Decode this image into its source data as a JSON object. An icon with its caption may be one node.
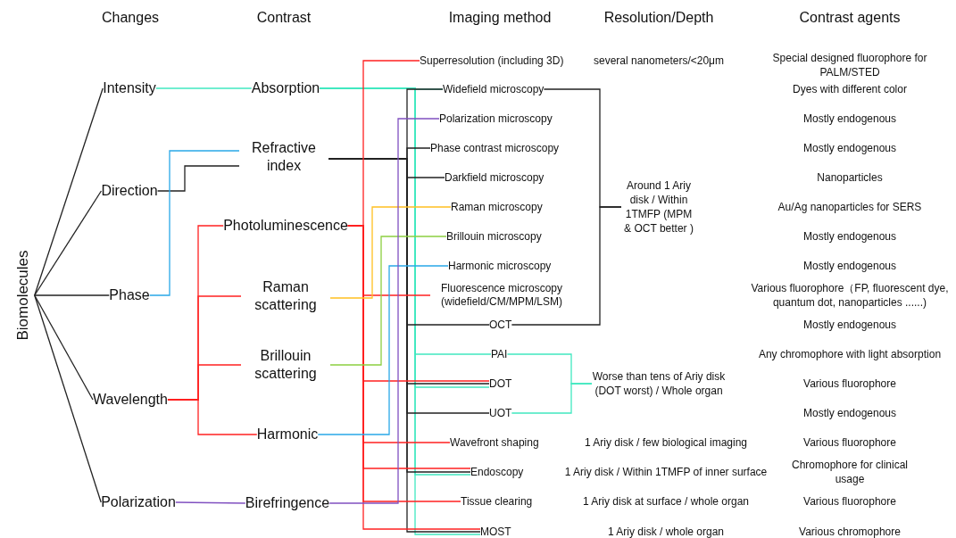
{
  "diagram": {
    "nodes": [
      {
        "text": [
          "Biomolecules"
        ]
      },
      {
        "text": [
          "Intensity"
        ]
      },
      {
        "text": [
          "Direction"
        ]
      },
      {
        "text": [
          "Phase"
        ]
      },
      {
        "text": [
          "Wavelength"
        ]
      },
      {
        "text": [
          "Polarization"
        ]
      },
      {
        "text": [
          "Absorption"
        ]
      },
      {
        "text": [
          "Refractive index"
        ]
      },
      {
        "text": [
          "Photoluminescence"
        ]
      },
      {
        "text": [
          "Raman scattering"
        ]
      },
      {
        "text": [
          "Brillouin scattering"
        ]
      },
      {
        "text": [
          "Harmonic"
        ]
      },
      {
        "text": [
          "Birefringence"
        ]
      },
      {
        "text": [
          "Superresolution (including 3D)"
        ]
      },
      {
        "text": [
          "Widefield microscopy"
        ]
      },
      {
        "text": [
          "Polarization microscopy"
        ]
      },
      {
        "text": [
          "Phase contrast microscopy"
        ]
      },
      {
        "text": [
          "Darkfield microscopy"
        ]
      },
      {
        "text": [
          "Raman microscopy"
        ]
      },
      {
        "text": [
          "Brillouin  microscopy"
        ]
      },
      {
        "text": [
          "Harmonic microscopy"
        ]
      },
      {
        "text": [
          "Fluorescence microscopy (widefield/CM/MPM/LSM)"
        ]
      },
      {
        "text": [
          "OCT"
        ]
      },
      {
        "text": [
          "PAI"
        ]
      },
      {
        "text": [
          "DOT"
        ]
      },
      {
        "text": [
          "UOT"
        ]
      },
      {
        "text": [
          "Wavefront shaping"
        ]
      },
      {
        "text": [
          "Endoscopy"
        ]
      },
      {
        "text": [
          "Tissue clearing"
        ]
      },
      {
        "text": [
          "MOST"
        ]
      },
      {
        "text": [
          "Around 1 Ariy disk / Within 1TMFP (MPM & OCT better )"
        ]
      },
      {
        "text": [
          "Worse than tens of Ariy disk (DOT worst) / Whole organ"
        ]
      }
    ],
    "edges": [
      {
        "from": 0,
        "to": 1,
        "arrow": "none"
      },
      {
        "from": 0,
        "to": 2,
        "arrow": "none"
      },
      {
        "from": 0,
        "to": 3,
        "arrow": "none"
      },
      {
        "from": 0,
        "to": 4,
        "arrow": "none"
      },
      {
        "from": 0,
        "to": 5,
        "arrow": "none"
      },
      {
        "from": 1,
        "to": 6,
        "arrow": "none",
        "color": "#40e8c0"
      },
      {
        "from": 2,
        "to": 7,
        "arrow": "none"
      },
      {
        "from": 3,
        "to": 7,
        "arrow": "none",
        "color": "#29a8e8"
      },
      {
        "from": 4,
        "to": 8,
        "arrow": "none",
        "color": "#ff2020"
      },
      {
        "from": 4,
        "to": 9,
        "arrow": "none",
        "color": "#ff2020"
      },
      {
        "from": 4,
        "to": 10,
        "arrow": "none",
        "color": "#ff2020"
      },
      {
        "from": 4,
        "to": 11,
        "arrow": "none",
        "color": "#ff2020"
      },
      {
        "from": 5,
        "to": 12,
        "arrow": "none",
        "color": "#8050c0"
      },
      {
        "from": 6,
        "to": 14,
        "arrow": "none",
        "color": "#40e8c0"
      },
      {
        "from": 6,
        "to": 23,
        "arrow": "none",
        "color": "#40e8c0"
      },
      {
        "from": 6,
        "to": 24,
        "arrow": "none",
        "color": "#40e8c0"
      },
      {
        "from": 6,
        "to": 27,
        "arrow": "none",
        "color": "#40e8c0"
      },
      {
        "from": 6,
        "to": 29,
        "arrow": "none",
        "color": "#40e8c0"
      },
      {
        "from": 7,
        "to": 14,
        "arrow": "none"
      },
      {
        "from": 7,
        "to": 16,
        "arrow": "none"
      },
      {
        "from": 7,
        "to": 17,
        "arrow": "none"
      },
      {
        "from": 7,
        "to": 22,
        "arrow": "none"
      },
      {
        "from": 7,
        "to": 24,
        "arrow": "none"
      },
      {
        "from": 7,
        "to": 25,
        "arrow": "none"
      },
      {
        "from": 7,
        "to": 27,
        "arrow": "none"
      },
      {
        "from": 7,
        "to": 29,
        "arrow": "none"
      },
      {
        "from": 8,
        "to": 13,
        "arrow": "none",
        "color": "#ff2020"
      },
      {
        "from": 8,
        "to": 21,
        "arrow": "none",
        "color": "#ff2020"
      },
      {
        "from": 8,
        "to": 24,
        "arrow": "none",
        "color": "#ff2020"
      },
      {
        "from": 8,
        "to": 26,
        "arrow": "none",
        "color": "#ff2020"
      },
      {
        "from": 8,
        "to": 27,
        "arrow": "none",
        "color": "#ff2020"
      },
      {
        "from": 8,
        "to": 28,
        "arrow": "none",
        "color": "#ff2020"
      },
      {
        "from": 8,
        "to": 29,
        "arrow": "none",
        "color": "#ff2020"
      },
      {
        "from": 9,
        "to": 18,
        "arrow": "none",
        "color": "#ffc020"
      },
      {
        "from": 10,
        "to": 19,
        "arrow": "none",
        "color": "#8ccf40"
      },
      {
        "from": 11,
        "to": 20,
        "arrow": "none",
        "color": "#29a8e8"
      },
      {
        "from": 12,
        "to": 15,
        "arrow": "none",
        "color": "#8050c0"
      },
      {
        "from": 14,
        "to": 30,
        "arrow": "none"
      },
      {
        "from": 22,
        "to": 30,
        "arrow": "none"
      },
      {
        "from": 23,
        "to": 31,
        "arrow": "none",
        "color": "#40e8c0"
      },
      {
        "from": 25,
        "to": 31,
        "arrow": "none",
        "color": "#40e8c0"
      }
    ],
    "labels": [
      "Changes",
      "Contrast",
      "Imaging method",
      "Resolution/Depth",
      "Contrast agents",
      "several nanometers/<20μm",
      "Special designed fluorophore for PALM/STED",
      "Dyes with different color",
      "Mostly endogenous",
      "Mostly endogenous",
      "Nanoparticles",
      "Au/Ag nanoparticles for SERS",
      "Mostly endogenous",
      "Mostly endogenous",
      "Various fluorophore（FP, fluorescent dye, quantum dot, nanoparticles ......)",
      "Mostly endogenous",
      "Any chromophore with light absorption",
      "Various fluorophore",
      "Mostly endogenous",
      "1 Ariy disk / few biological imaging",
      "Various fluorophore",
      "1 Ariy disk / Within 1TMFP of inner surface",
      "Chromophore for clinical usage",
      "1 Ariy disk at surface / whole organ",
      "Various fluorophore",
      "1 Ariy disk / whole organ",
      "Various chromophore"
    ]
  }
}
